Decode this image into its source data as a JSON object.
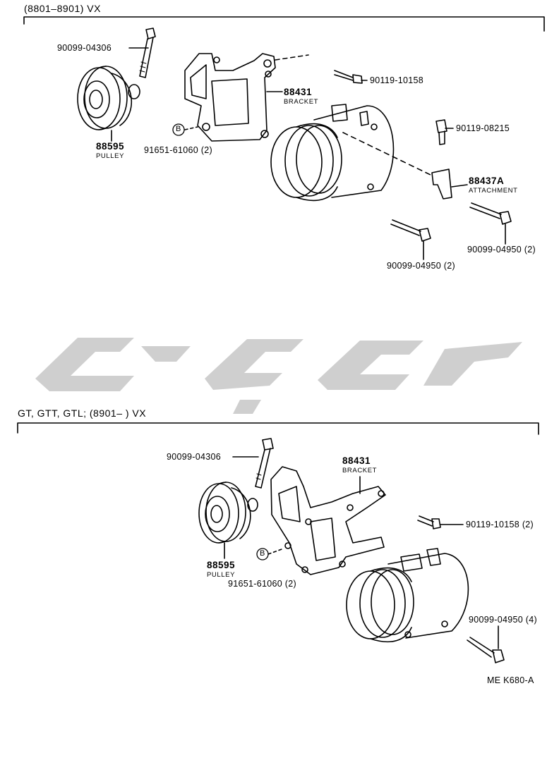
{
  "section1": {
    "header": "(8801–8901) VX",
    "parts": {
      "bolt_a": "90099-04306",
      "bracket_no": "88431",
      "bracket_name": "BRACKET",
      "bolt_b": "90119-10158",
      "bolt_c": "90119-08215",
      "pulley_no": "88595",
      "pulley_name": "PULLEY",
      "nut": "91651-61060 (2)",
      "attachment_no": "88437A",
      "attachment_name": "ATTACHMENT",
      "bolt_d": "90099-04950 (2)",
      "bolt_e": "90099-04950 (2)",
      "marker": "B"
    }
  },
  "section2": {
    "header": "GT, GTT, GTL; (8901–        ) VX",
    "parts": {
      "bolt_a": "90099-04306",
      "bracket_no": "88431",
      "bracket_name": "BRACKET",
      "bolt_b": "90119-10158 (2)",
      "pulley_no": "88595",
      "pulley_name": "PULLEY",
      "nut": "91651-61060 (2)",
      "bolt_d": "90099-04950 (4)",
      "marker": "B"
    }
  },
  "figure_code": "ME K680-A",
  "watermark_color": "#cfcfcf"
}
